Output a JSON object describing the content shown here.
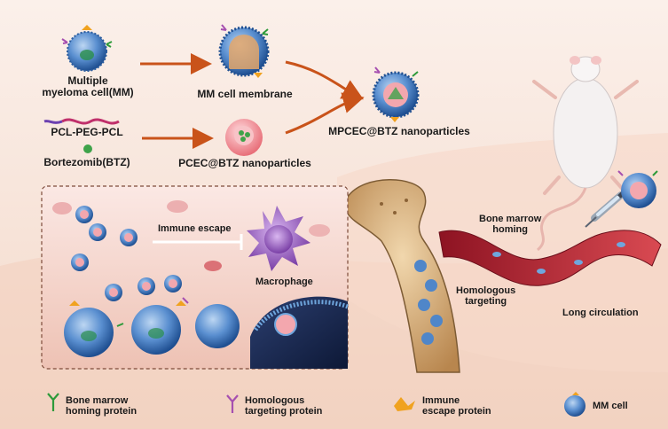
{
  "labels": {
    "mm_cell": "Multiple\nmyeloma cell(MM)",
    "membrane": "MM cell membrane",
    "pcl_peg_pcl": "PCL-PEG-PCL",
    "btz": "Bortezomib(BTZ)",
    "pcec_btz": "PCEC@BTZ nanoparticles",
    "mpcec_btz": "MPCEC@BTZ nanoparticles",
    "immune_escape": "Immune escape",
    "macrophage": "Macrophage",
    "bone_marrow_homing": "Bone marrow\nhoming",
    "homologous_targeting": "Homologous\ntargeting",
    "long_circulation": "Long circulation"
  },
  "legend": {
    "bone_marrow_homing_protein": "Bone marrow\nhoming protein",
    "homologous_targeting_protein": "Homologous\ntargeting protein",
    "immune_escape_protein": "Immune\nescape protein",
    "mm_cell": "MM cell"
  },
  "colors": {
    "background": "#f8e6dc",
    "arrow": "#c9531a",
    "cell_blue": "#4f86c9",
    "homing_protein": "#2e9a3a",
    "targeting_protein": "#a64fb0",
    "escape_protein": "#f0a21f",
    "vessel_red": "#b5212f",
    "macrophage_purple": "#9b62c8",
    "bone": "#c79a63"
  },
  "icons": [
    "mm-cell-icon",
    "membrane-icon",
    "polymer-icon",
    "btz-drug-icon",
    "nanoparticle-icon",
    "mouse-icon",
    "syringe-icon",
    "macrophage-icon",
    "bone-icon",
    "blood-vessel-icon",
    "homing-protein-icon",
    "targeting-protein-icon",
    "escape-protein-icon"
  ]
}
